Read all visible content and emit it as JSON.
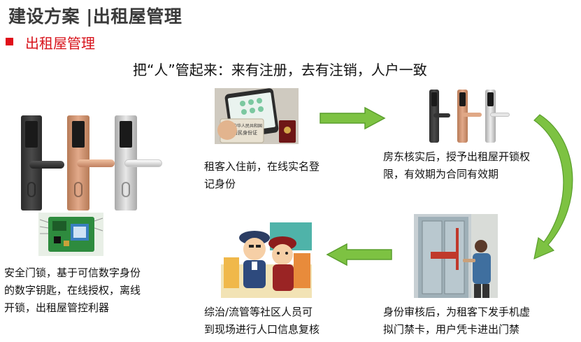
{
  "slide": {
    "title": "建设方案 |出租屋管理",
    "section_heading": "出租屋管理",
    "subtitle": "把“人”管起来：来有注册，去有注销，人户一致"
  },
  "steps": {
    "lock_caption_lines": [
      "安全门锁，基于可信数字身份",
      "的数字钥匙，在线授权，离线",
      "开锁，出租屋管控利器"
    ],
    "register_caption_lines": [
      "租客入住前，在线实名登",
      "记身份"
    ],
    "landlord_caption_lines": [
      "房东核实后，授予出租屋开锁权",
      "限，有效期为合同有效期"
    ],
    "community_caption_lines": [
      "综治/流管等社区人员可",
      "到现场进行人口信息复核"
    ],
    "verify_caption_lines": [
      "身份审核后，为租客下发手机虚",
      "拟门禁卡，用户凭卡进出门禁"
    ]
  },
  "id_card_text": [
    "中华人民共和国",
    "居民身份证"
  ],
  "colors": {
    "title": "#3a3a3a",
    "accent_red": "#d8141c",
    "arrow_green": "#7dc242",
    "arrow_green_dark": "#5a9e2c"
  }
}
